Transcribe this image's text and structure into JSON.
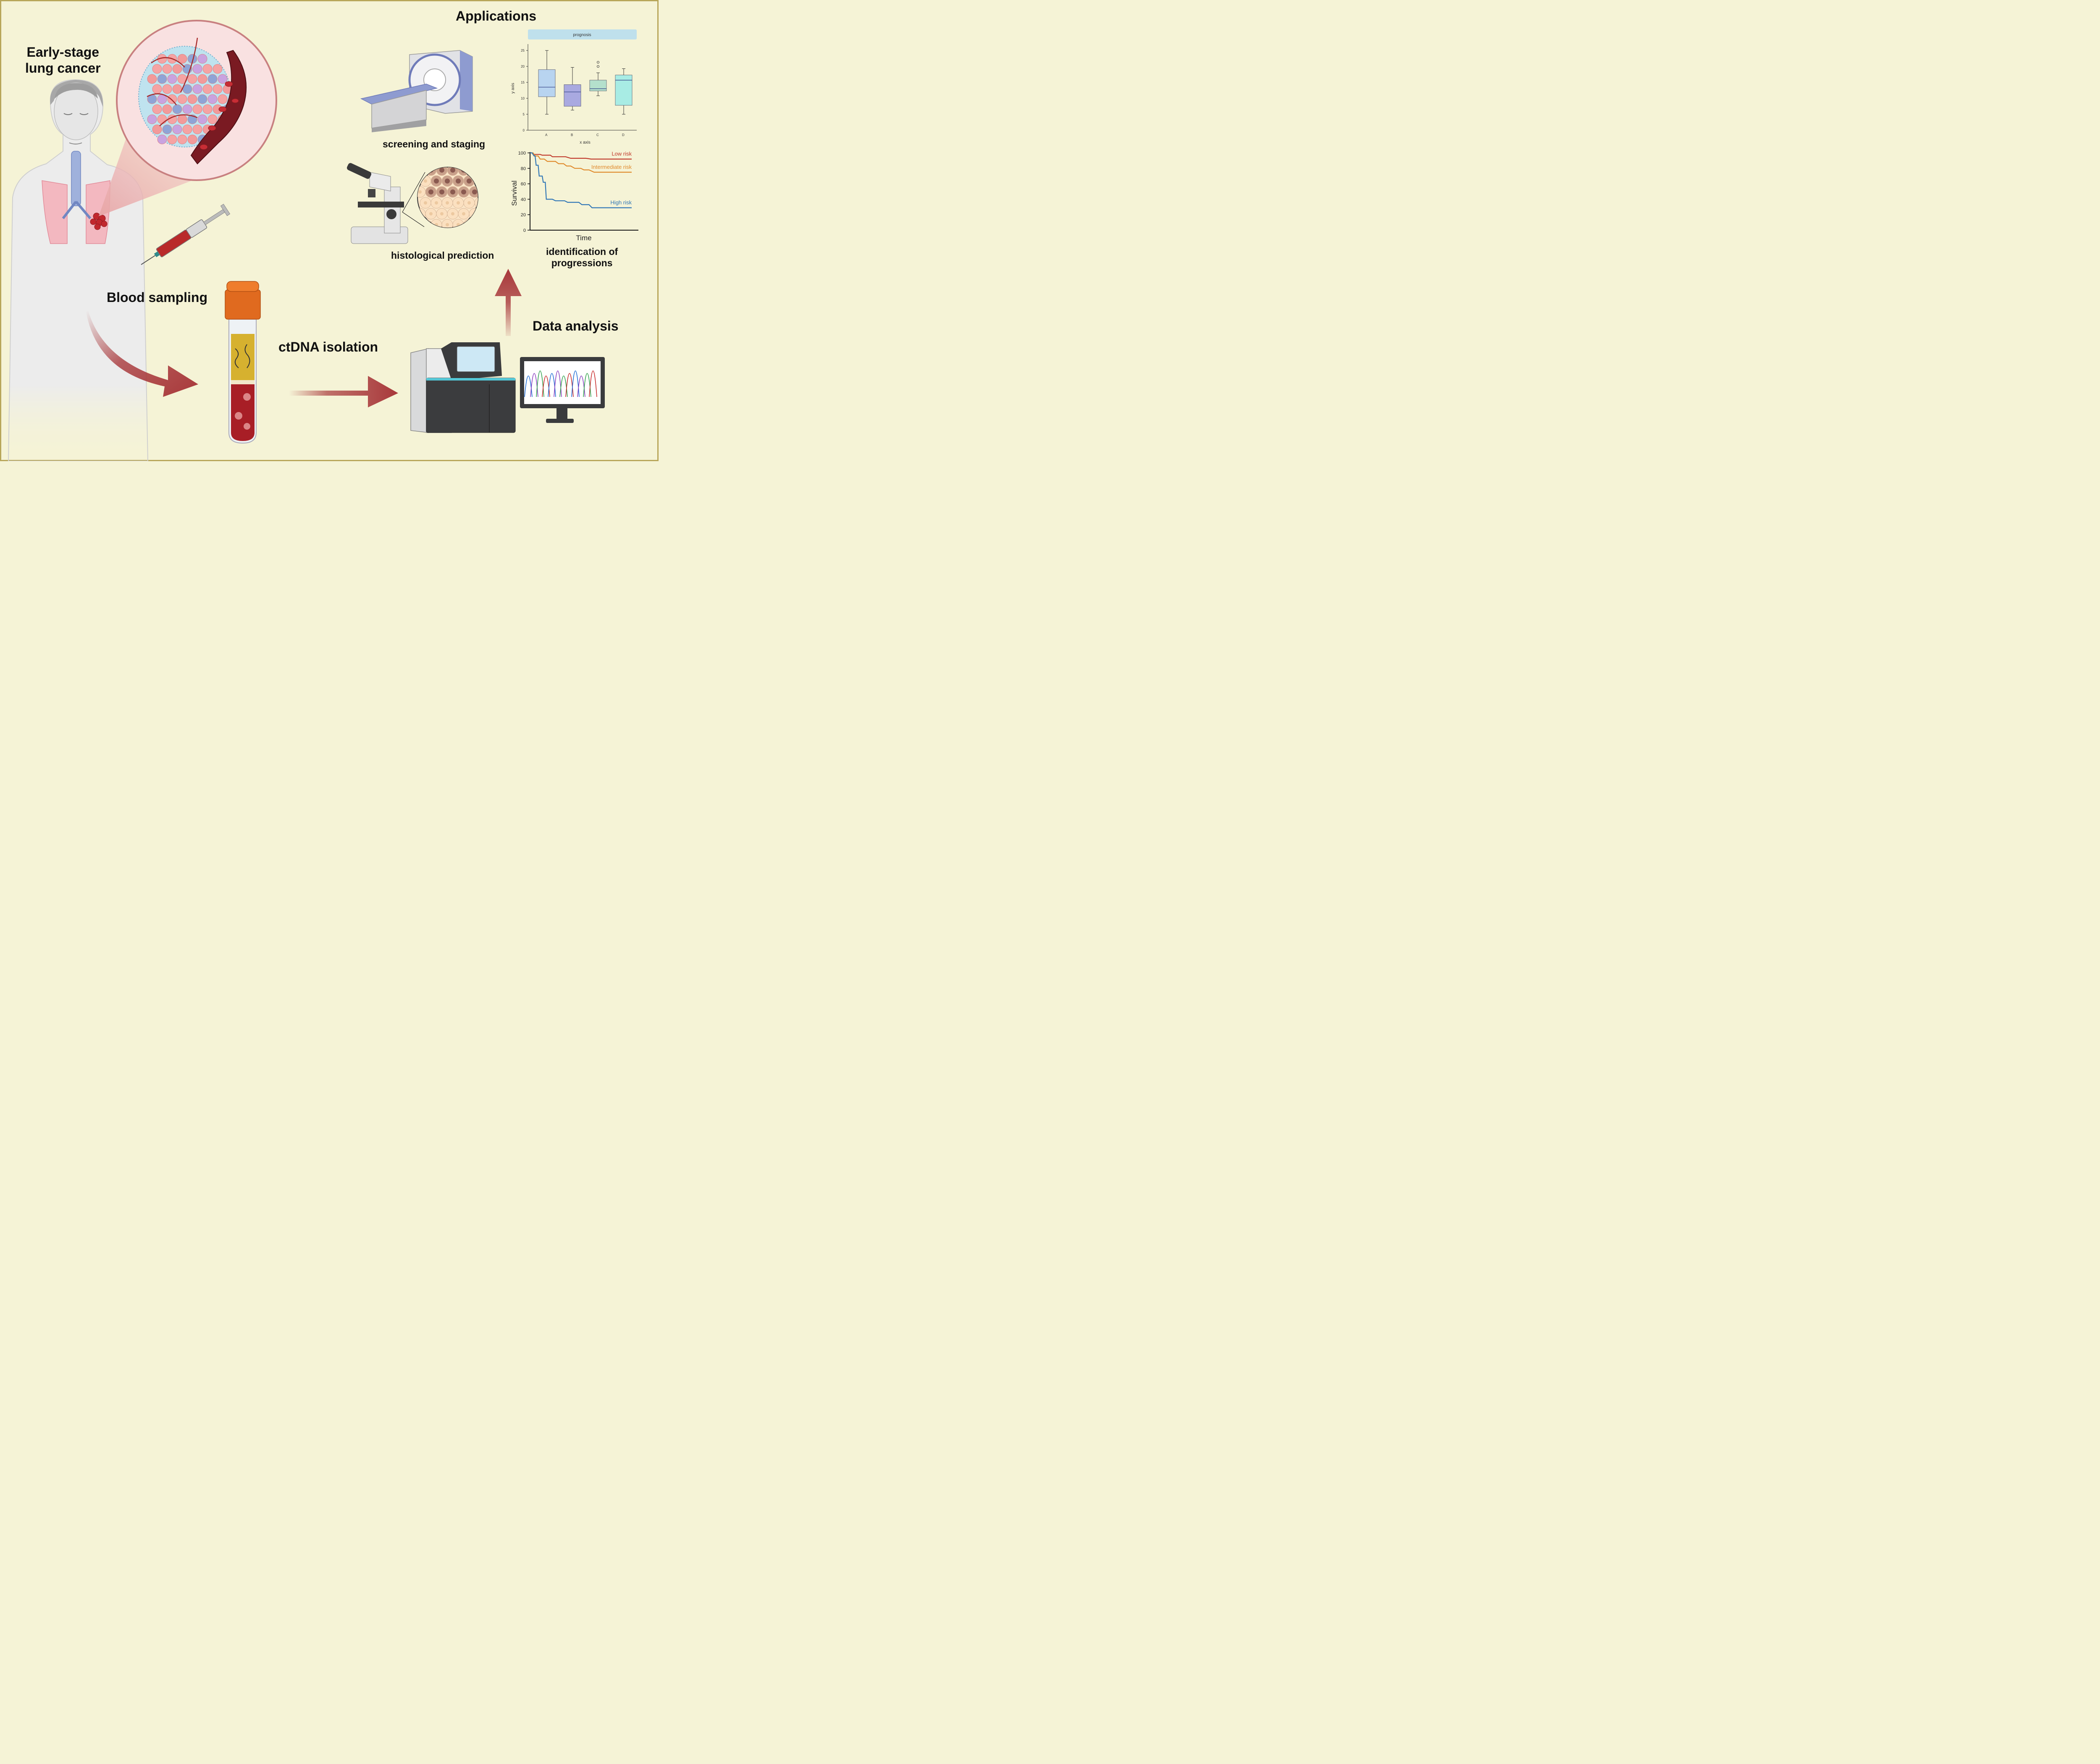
{
  "labels": {
    "early_stage": [
      "Early-stage",
      "lung cancer"
    ],
    "blood_sampling": "Blood sampling",
    "ctdna_isolation": "ctDNA isolation",
    "data_analysis": "Data analysis",
    "applications": "Applications",
    "screening": "screening and staging",
    "histological": "histological prediction",
    "identification": [
      "identification of",
      "progressions"
    ]
  },
  "colors": {
    "background": "#f5f3d6",
    "border": "#b8a65a",
    "arrow": "#a8383b",
    "low_risk": "#c0392b",
    "intermediate_risk": "#e08a2c",
    "high_risk": "#2e75b6"
  },
  "chart_data": [
    {
      "type": "box",
      "title": "prognosis",
      "xlabel": "x axis",
      "ylabel": "y axis",
      "ylim": [
        0,
        27
      ],
      "yticks": [
        "0",
        "5",
        "10",
        "15",
        "20",
        "25"
      ],
      "categories": [
        "A",
        "B",
        "C",
        "D"
      ],
      "boxes": [
        {
          "category": "A",
          "min": 5,
          "q1": 10.5,
          "median": 13.5,
          "q3": 19,
          "max": 25,
          "outliers": [],
          "color": "#b8d4f0"
        },
        {
          "category": "B",
          "min": 6.3,
          "q1": 7.5,
          "median": 12,
          "q3": 14.3,
          "max": 19.7,
          "outliers": [],
          "color": "#a9a9e0"
        },
        {
          "category": "C",
          "min": 10.8,
          "q1": 12.3,
          "median": 13,
          "q3": 15.7,
          "max": 18,
          "outliers": [
            20,
            21.3
          ],
          "color": "#b4e0cc"
        },
        {
          "category": "D",
          "min": 5,
          "q1": 7.8,
          "median": 15.7,
          "q3": 17.3,
          "max": 19.3,
          "outliers": [],
          "color": "#a8ece4"
        }
      ]
    },
    {
      "type": "line",
      "xlabel": "Time",
      "ylabel": "Survival",
      "ylim": [
        0,
        100
      ],
      "yticks": [
        "0",
        "20",
        "40",
        "60",
        "80",
        "100"
      ],
      "series": [
        {
          "name": "Low risk",
          "color": "#c0392b",
          "x": [
            0,
            2,
            4,
            10,
            12,
            20,
            22,
            35,
            40,
            55,
            60,
            100
          ],
          "y": [
            100,
            100,
            98,
            98,
            97,
            97,
            95,
            95,
            93,
            93,
            92,
            92
          ]
        },
        {
          "name": "Intermediate risk",
          "color": "#e08a2c",
          "x": [
            0,
            3,
            5,
            8,
            10,
            14,
            17,
            25,
            28,
            33,
            36,
            40,
            44,
            50,
            53,
            58,
            63,
            100
          ],
          "y": [
            100,
            100,
            96,
            96,
            92,
            92,
            89,
            89,
            86,
            86,
            83,
            83,
            80,
            80,
            78,
            78,
            75,
            75
          ]
        },
        {
          "name": "High risk",
          "color": "#2e75b6",
          "x": [
            0,
            2,
            4,
            5,
            6,
            8,
            9,
            12,
            13,
            15,
            16,
            22,
            25,
            34,
            37,
            48,
            51,
            58,
            61,
            100
          ],
          "y": [
            100,
            100,
            96,
            96,
            84,
            84,
            70,
            70,
            62,
            62,
            40,
            40,
            38,
            38,
            36,
            36,
            33,
            33,
            29,
            29
          ]
        }
      ]
    }
  ]
}
